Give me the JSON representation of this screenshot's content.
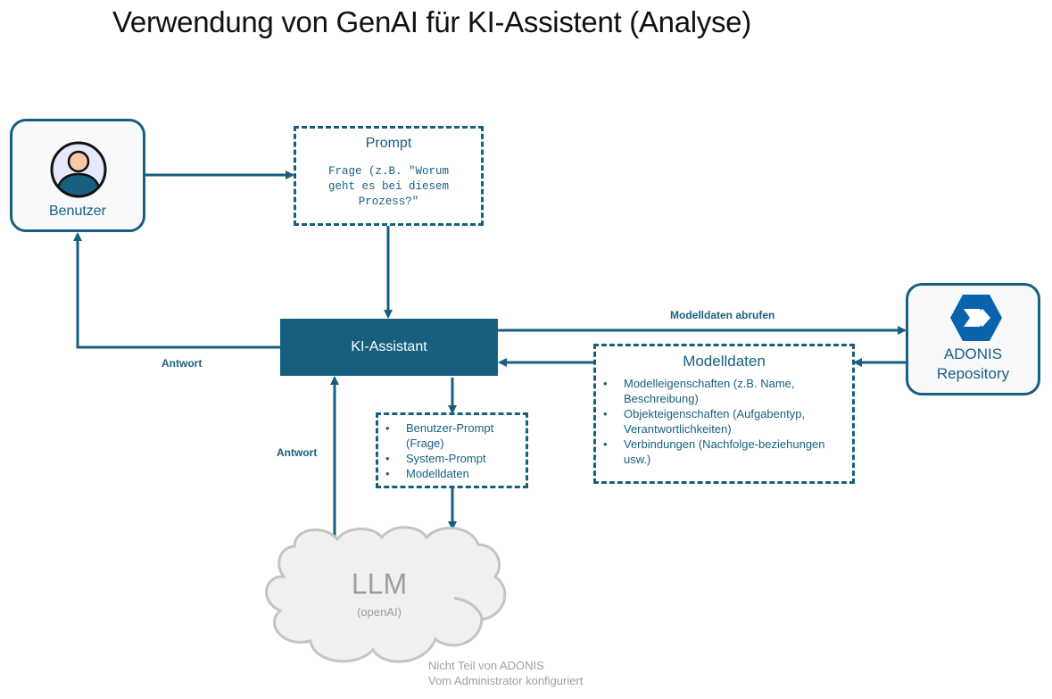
{
  "title": "Verwendung von GenAI für KI-Assistent (Analyse)",
  "colors": {
    "primary": "#185f7f",
    "node_bg": "#f8f9fb",
    "cloud_fill": "#f0f0f0",
    "cloud_stroke": "#c4c4c4",
    "cloud_text": "#9e9e9e",
    "adonis_blue": "#0a64ad",
    "avatar_bg": "#e6e8fb",
    "avatar_face": "#f8c9a8"
  },
  "nodes": {
    "user": {
      "label": "Benutzer",
      "icon": "user-avatar-icon"
    },
    "prompt": {
      "title": "Prompt",
      "body": "Frage (z.B. \"Worum geht es bei diesem Prozess?\""
    },
    "assistant": {
      "label": "KI-Assistant"
    },
    "repository": {
      "label_line1": "ADONIS",
      "label_line2": "Repository",
      "icon": "adonis-logo-icon"
    },
    "modelldaten": {
      "title": "Modelldaten",
      "items": [
        "Modelleigenschaften (z.B. Name, Beschreibung)",
        "Objekteigenschaften (Aufgabentyp, Verantwortlichkeiten)",
        "Verbindungen (Nachfolge-beziehungen usw.)"
      ]
    },
    "llm_input": {
      "items": [
        "Benutzer-Prompt (Frage)",
        "System-Prompt",
        "Modelldaten"
      ]
    },
    "llm": {
      "label": "LLM",
      "sublabel": "(openAI)",
      "note_line1": "Nicht Teil von ADONIS",
      "note_line2": "Vom Administrator konfiguriert"
    }
  },
  "edges": {
    "fetch_label": "Modelldaten abrufen",
    "answer_label_user": "Antwort",
    "answer_label_llm": "Antwort"
  }
}
